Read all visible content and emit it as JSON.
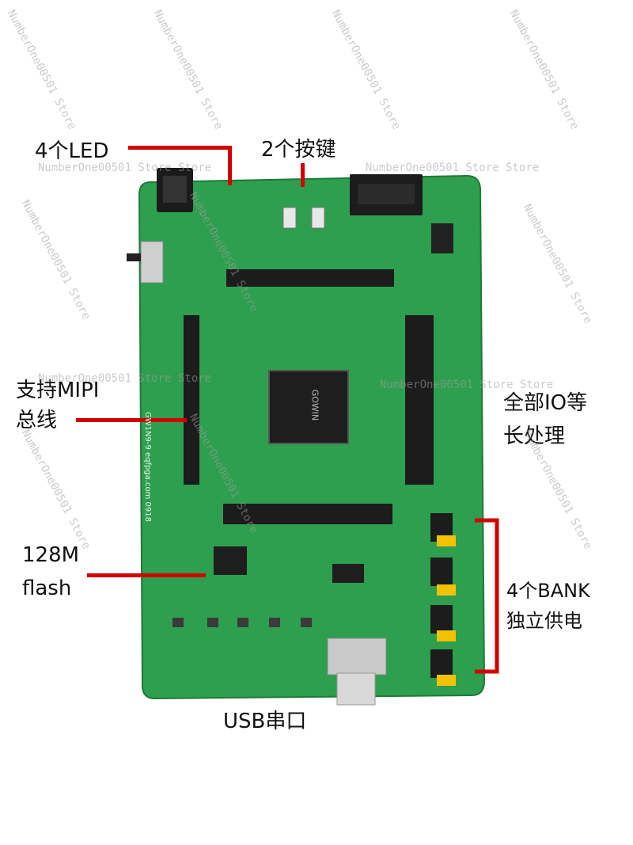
{
  "annotations": {
    "led": "4个LED",
    "keys": "2个按键",
    "mipi_line1": "支持MIPI",
    "mipi_line2": "总线",
    "io_line1": "全部IO等",
    "io_line2": "长处理",
    "flash_line1": "128M",
    "flash_line2": "flash",
    "bank_line1": "4个BANK",
    "bank_line2": "独立供电",
    "usb": "USB串口"
  },
  "board": {
    "chip_brand": "GOWIN",
    "silk_url": "GW1N9-9 eqfpga.com 0918"
  },
  "watermark": {
    "text": "NumberOne00501 Store",
    "text_store": "NumberOne00501 Store Store"
  },
  "colors": {
    "pcb": "#2e9e4f",
    "annotation_red": "#d10000"
  }
}
